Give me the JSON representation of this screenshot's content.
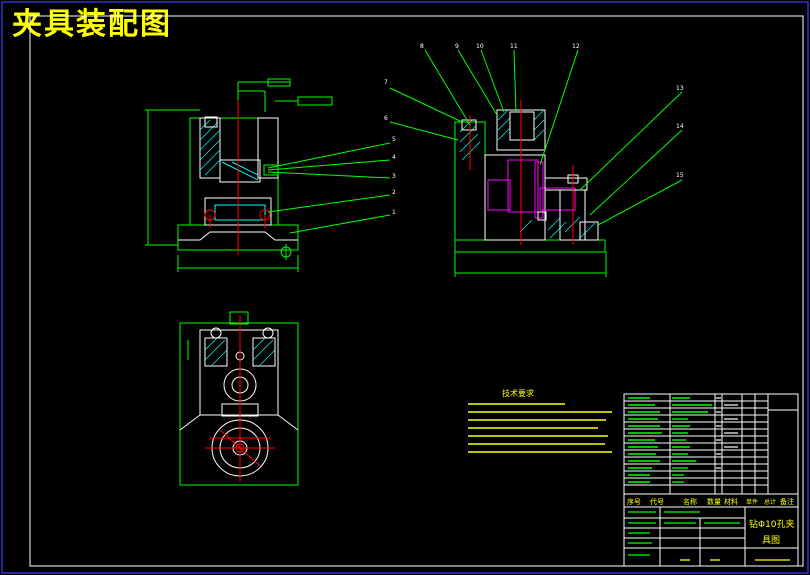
{
  "title": "夹具装配图",
  "colors": {
    "background": "#000000",
    "title": "#ffff00",
    "outline": "#00ff00",
    "geometry": "#ffffff",
    "hatch": "#00ffff",
    "part": "#ff00ff",
    "centerline": "#ff0000",
    "border": "#4040ff"
  },
  "balloons": {
    "top": [
      "8",
      "9",
      "10",
      "11",
      "12"
    ],
    "left": [
      "7",
      "6",
      "5",
      "4",
      "3",
      "2",
      "1"
    ],
    "right": [
      "13",
      "14",
      "15"
    ]
  },
  "tech_requirements": {
    "heading": "技术要求"
  },
  "parts_table": {
    "header": [
      "序号",
      "代号",
      "名称",
      "数量",
      "材料",
      "单件",
      "总计",
      "备注"
    ]
  },
  "title_block": {
    "drawing_name_line1": "钻Φ10孔夹",
    "drawing_name_line2": "具图"
  },
  "icons": [
    "surface-finish-icon",
    "feature-control-frame-icon",
    "section-hatch-icon"
  ]
}
